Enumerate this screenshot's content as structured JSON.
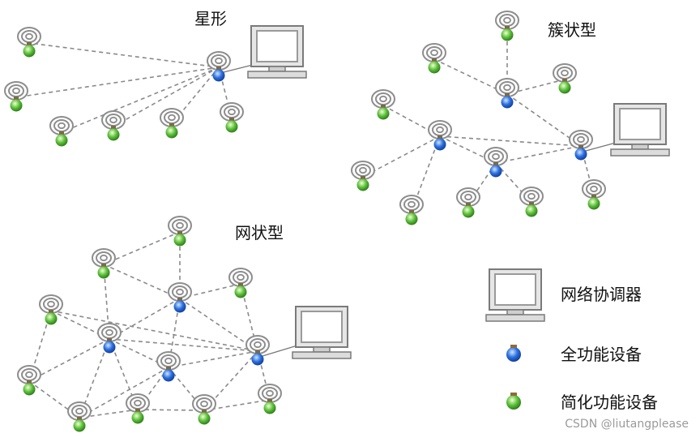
{
  "titles": {
    "star": "星形",
    "cluster": "簇状型",
    "mesh": "网状型"
  },
  "legend": {
    "coordinator": "网络协调器",
    "ffd": "全功能设备",
    "rfd": "简化功能设备"
  },
  "colors": {
    "link": "#8a8a8a",
    "ffd": "#2a6fe0",
    "rfd": "#5cc23a",
    "antenna": "#8d8d8d",
    "monitor": "#9a9a9a"
  },
  "watermark": "CSDN @liutangplease"
}
